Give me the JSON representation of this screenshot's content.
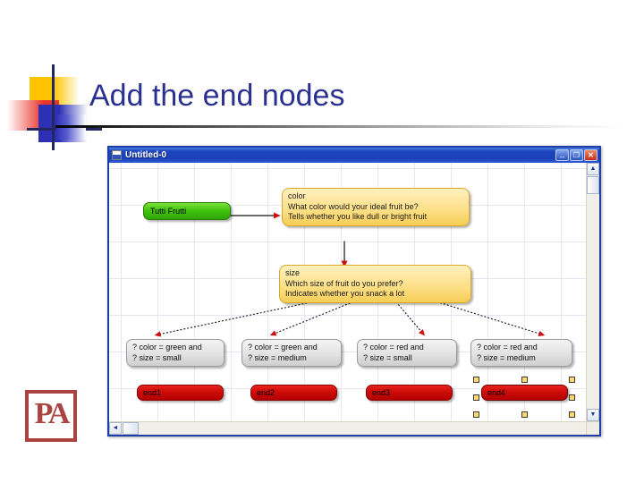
{
  "slide": {
    "title": "Add the end nodes",
    "accent_blue": "#2B3190",
    "deco": {
      "yellow": "#FFC400",
      "red": "#E8342B",
      "blue": "#2B30B5"
    },
    "logo": {
      "text": "PA",
      "color": "#A94442"
    }
  },
  "window": {
    "title": "Untitled-0",
    "icon": "document-icon",
    "buttons": {
      "minimize": "Minimize",
      "maximize": "Maximize",
      "close": "Close"
    },
    "scrollbars": {
      "vertical_up": "▲",
      "vertical_down": "▼",
      "horizontal_left": "◄",
      "horizontal_right": "►"
    }
  },
  "diagram": {
    "start_node": {
      "label": "Tutti Frutti",
      "color": "#43C40D"
    },
    "question_nodes": [
      {
        "name": "color",
        "prompt": "What color would your ideal fruit be?",
        "note": "Tells whether you like dull or bright fruit",
        "color": "#FDE08A"
      },
      {
        "name": "size",
        "prompt": "Which size of fruit do you prefer?",
        "note": "Indicates whether you snack a lot",
        "color": "#FDE08A"
      }
    ],
    "condition_nodes": [
      {
        "line1": "? color = green and",
        "line2": "? size = small"
      },
      {
        "line1": "? color = green and",
        "line2": "? size = medium"
      },
      {
        "line1": "? color = red and",
        "line2": "? size = small"
      },
      {
        "line1": "? color = red and",
        "line2": "? size = medium"
      }
    ],
    "end_nodes": [
      {
        "label": "end1",
        "selected": false
      },
      {
        "label": "end2",
        "selected": false
      },
      {
        "label": "end3",
        "selected": false
      },
      {
        "label": "end4",
        "selected": true
      }
    ],
    "end_node_color": "#CC0D08",
    "arrow_color": "#CC1111",
    "selection_handle_color": "#FFD96B"
  }
}
